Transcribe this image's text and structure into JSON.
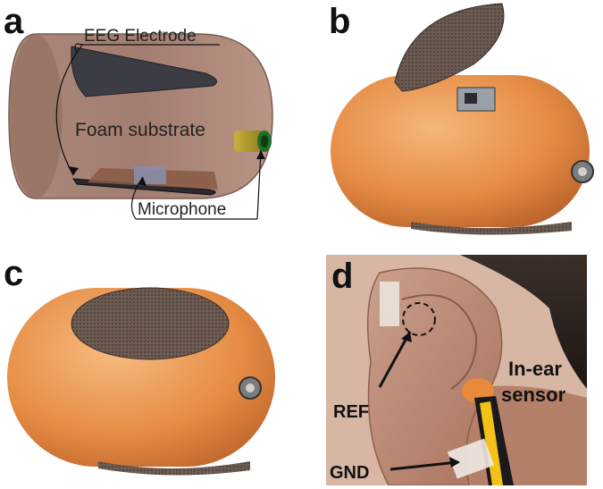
{
  "panels": {
    "a": {
      "letter": "a",
      "labels": {
        "eeg_electrode": "EEG Electrode",
        "foam_substrate": "Foam substrate",
        "microphone": "Microphone"
      }
    },
    "b": {
      "letter": "b"
    },
    "c": {
      "letter": "c"
    },
    "d": {
      "letter": "d",
      "labels": {
        "ref": "REF",
        "gnd": "GND",
        "in_ear_line1": "In-ear",
        "in_ear_line2": "sensor"
      }
    }
  },
  "colors": {
    "foam": "#e8924a",
    "foam_dark": "#c8692a",
    "electrode": "#5a4a44",
    "schematic_body": "#9a7466",
    "skin": "#d9a58f",
    "hair": "#2b2420"
  }
}
